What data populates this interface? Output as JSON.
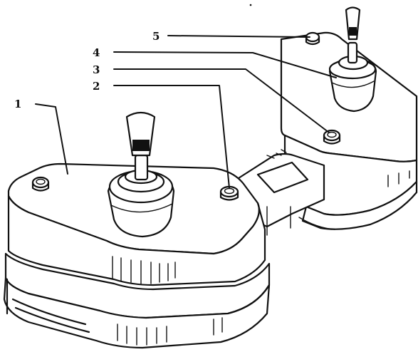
{
  "callouts": [
    {
      "id": "1",
      "text": "1"
    },
    {
      "id": "2",
      "text": "2"
    },
    {
      "id": "3",
      "text": "3"
    },
    {
      "id": "4",
      "text": "4"
    },
    {
      "id": "5",
      "text": "5"
    }
  ],
  "colors": {
    "ink": "#111111",
    "paper": "#ffffff"
  }
}
